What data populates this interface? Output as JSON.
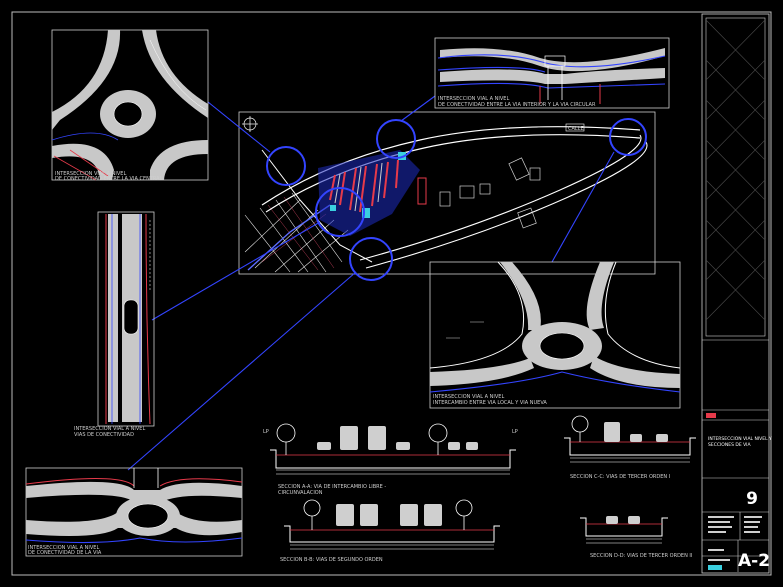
{
  "drawing": {
    "sheet_number": "9",
    "sheet_code": "A-2",
    "titleblock_name_line1": "INTERSECCION VIAL NIVEL Y",
    "titleblock_name_line2": "SECCIONES DE VIA",
    "map_label": "CALLE",
    "details": {
      "detail1_title": "INTERSECCION VIAL A NIVEL",
      "detail1_sub": "DE CONECTIVIDAD ENTRE LA VIA CENTRAL",
      "detail2_title": "INTERSECCION VIAL A NIVEL",
      "detail2_sub": "DE CONECTIVIDAD ENTRE LA VIA INTERIOR Y LA VIA CIRCULAR",
      "detail3_title": "INTERSECCION VIAL A NIVEL",
      "detail3_sub": "VIAS DE CONECTIVIDAD",
      "detail4_title": "INTERSECCION VIAL A NIVEL",
      "detail4_sub": "INTERCAMBIO ENTRE VIA LOCAL Y VIA NUEVA",
      "detail5_title": "INTERSECCION VIAL A NIVEL",
      "detail5_sub": "DE CONECTIVIDAD DE LA VIA"
    },
    "sections": {
      "a_title": "SECCION A-A: VIA DE INTERCAMBIO LIBRE -",
      "a_sub": "CIRCUNVALACION",
      "b_title": "SECCION B-B: VIAS DE SEGUNDO ORDEN",
      "c_title": "SECCION C-C: VIAS DE TERCER ORDEN I",
      "d_title": "SECCION D-D: VIAS DE TERCER ORDEN II"
    }
  }
}
